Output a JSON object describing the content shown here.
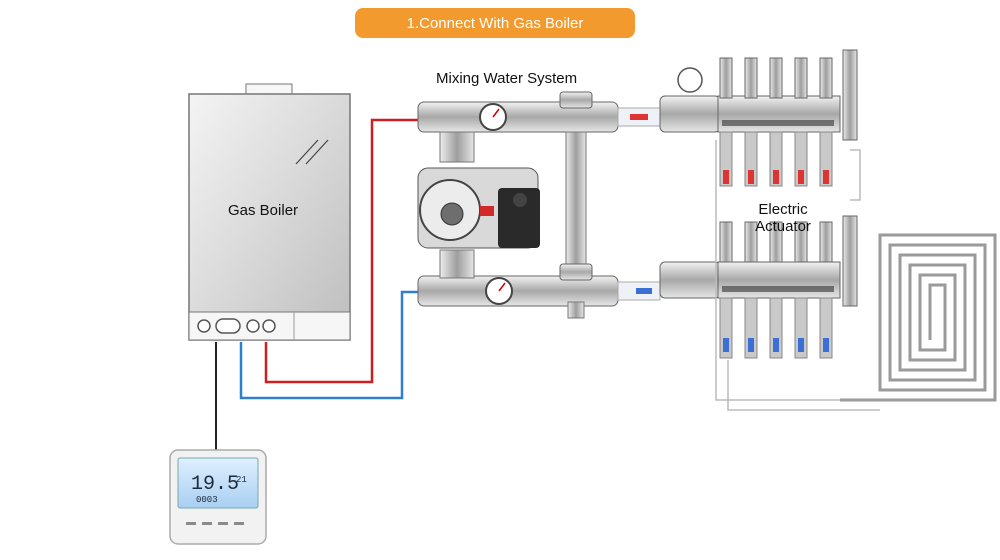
{
  "banner": {
    "title": "1.Connect With Gas Boiler"
  },
  "labels": {
    "mixing": "Mixing Water System",
    "boiler": "Gas Boiler",
    "actuator_line1": "Electric",
    "actuator_line2": "Actuator"
  },
  "thermostat": {
    "temperature": "19.5",
    "secondary_temp": "21",
    "time": "0003"
  },
  "colors": {
    "banner": "#f39a2e",
    "supply_pipe": "#cc1f1f",
    "return_pipe": "#2f7fd1",
    "cable": "#222222"
  }
}
